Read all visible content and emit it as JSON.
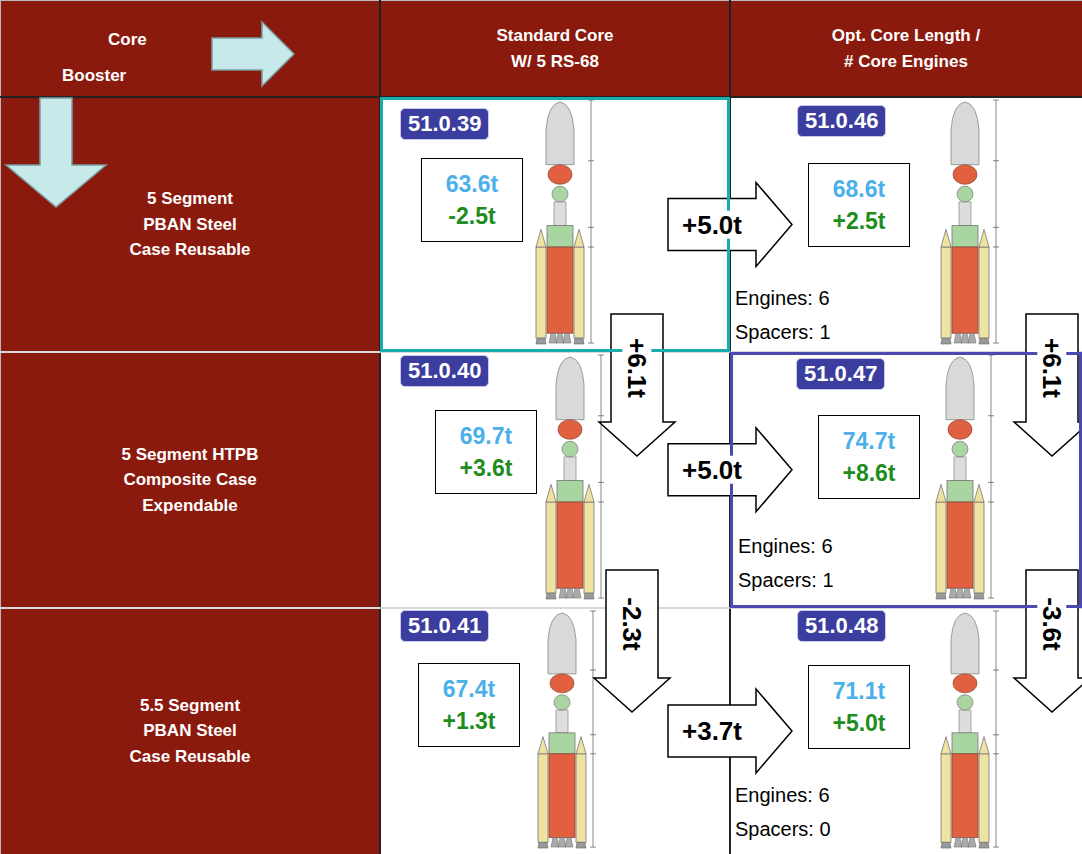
{
  "diagram": {
    "nodes": [
      {
        "text": [
          "Core",
          "Booster"
        ]
      },
      {
        "text": [
          "Standard Core W/ 5 RS-68"
        ]
      },
      {
        "text": [
          "Opt. Core Length / # Core Engines"
        ]
      },
      {
        "text": [
          "5 Segment PBAN Steel Case Reusable"
        ]
      },
      {
        "text": [
          "51.0.39"
        ]
      },
      {
        "text": [
          "63.6t",
          "-2.5t"
        ],
        "in": 4
      },
      {
        "text": [
          "51.0.46",
          "Engines: 6",
          "Spacers: 1"
        ]
      },
      {
        "text": [
          "68.6t",
          "+2.5t"
        ],
        "in": 6
      },
      {
        "text": [
          "5 Segment HTPB Composite Case Expendable"
        ]
      },
      {
        "text": [
          "51.0.40"
        ]
      },
      {
        "text": [
          "69.7t",
          "+3.6t"
        ],
        "in": 9
      },
      {
        "text": [
          "51.0.47",
          "Engines: 6",
          "Spacers: 1"
        ]
      },
      {
        "text": [
          "74.7t",
          "+8.6t"
        ],
        "in": 11
      },
      {
        "text": [
          "5.5 Segment PBAN Steel Case Reusable"
        ]
      },
      {
        "text": [
          "51.0.41"
        ]
      },
      {
        "text": [
          "67.4t",
          "+1.3t"
        ],
        "in": 14
      },
      {
        "text": [
          "51.0.48",
          "Engines: 6",
          "Spacers: 0"
        ]
      },
      {
        "text": [
          "71.1t",
          "+5.0t"
        ],
        "in": 16
      }
    ],
    "edges": [
      {
        "from": 4,
        "to": 6,
        "label": "+5.0t",
        "arrow": "to"
      },
      {
        "from": 4,
        "to": 9,
        "label": "+6.1t",
        "arrow": "to"
      },
      {
        "from": 6,
        "to": 11,
        "label": "+6.1t",
        "arrow": "to"
      },
      {
        "from": 9,
        "to": 11,
        "label": "+5.0t",
        "arrow": "to"
      },
      {
        "from": 9,
        "to": 14,
        "label": "-2.3t",
        "arrow": "to"
      },
      {
        "from": 11,
        "to": 16,
        "label": "-3.6t",
        "arrow": "to"
      },
      {
        "from": 14,
        "to": 16,
        "label": "+3.7t",
        "arrow": "to"
      }
    ]
  }
}
